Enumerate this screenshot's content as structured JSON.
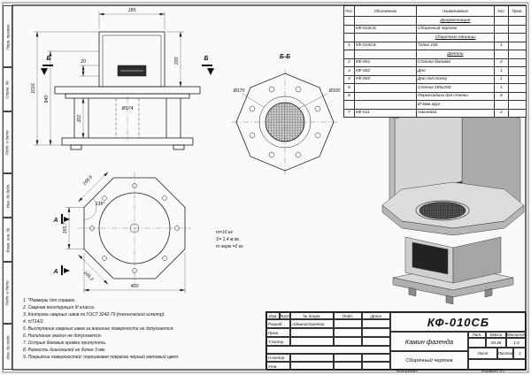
{
  "sheet": {
    "kopiroval": "Копировал",
    "format_note": "Формат А3"
  },
  "margin_labels": [
    "Перв. примен.",
    "Справ. №",
    "Подп. и дата",
    "Инв. № дубл.",
    "Взам. инв. №",
    "Подп. и дата",
    "Инв. № подл."
  ],
  "front_view": {
    "dim_185": "185",
    "dim_200": "200",
    "dim_20": "20",
    "dim_1016": "1016",
    "dim_840": "840",
    "dim_302": "302",
    "dim_d174": "Ø174",
    "cut_left": "Б",
    "cut_right": "Б"
  },
  "section_bb": {
    "title": "Б-Б",
    "dim_d170": "Ø170",
    "dim_d100": "Ø100"
  },
  "top_view": {
    "dim_edge_top": "165,5",
    "dim_angle": "135°",
    "dim_edge_left": "165,7",
    "dim_width": "400",
    "dim_edge_bottom": "165,3",
    "cut_top": "А",
    "cut_bottom": "А"
  },
  "mass_note": [
    "m=16 кг",
    "S= 1,4 м.кв.",
    "m нерж =2 кг"
  ],
  "notes": [
    "1. *Размеры для справок.",
    "2. Сварная конструкция III класса.",
    "3. Контроль сварных швов по ГОСТ 3242-79 (технический осмотр).",
    "4. ±IT14/2.",
    "5. Выступание сварных швов за внешние поверхности не допускается.",
    "6. Налипание окалин не допускается.",
    "7. Острые боковые кромки притупить.",
    "8. Разность диагоналей не более 3 мм.",
    "9. Покрытие поверхностей: порошковая покраска чёрный матовый цвет."
  ],
  "spec_table": {
    "headers": {
      "pos": "Поз.",
      "oboz": "Обозначение",
      "name": "Наименование",
      "qty": "Кол.",
      "note": "Прим."
    },
    "rows": [
      {
        "pos": "",
        "oboz": "",
        "name": "Документация",
        "qty": "",
        "note": ""
      },
      {
        "pos": "",
        "oboz": "КФ-010СБ",
        "name": "Сборочный чертеж",
        "qty": "",
        "note": ""
      },
      {
        "pos": "",
        "oboz": "",
        "name": "Сборочные единицы",
        "qty": "",
        "note": ""
      },
      {
        "pos": "1",
        "oboz": "КФ-010СБ",
        "name": "Топка 100",
        "qty": "1",
        "note": ""
      },
      {
        "pos": "",
        "oboz": "",
        "name": "Детали",
        "qty": "",
        "note": ""
      },
      {
        "pos": "2",
        "oboz": "КФ-001",
        "name": "Стенка боковая",
        "qty": "2",
        "note": ""
      },
      {
        "pos": "3",
        "oboz": "КФ-002",
        "name": "Дно",
        "qty": "1",
        "note": ""
      },
      {
        "pos": "4",
        "oboz": "КФ-003",
        "name": "Дно под топку",
        "qty": "1",
        "note": ""
      },
      {
        "pos": "5",
        "oboz": "",
        "name": "Стенка 185х200",
        "qty": "1",
        "note": ""
      },
      {
        "pos": "6",
        "oboz": "",
        "name": "Перекладина для стенки",
        "qty": "6",
        "note": ""
      },
      {
        "pos": "",
        "oboz": "",
        "name": "Ø 6мм круг",
        "qty": "",
        "note": ""
      },
      {
        "pos": "7",
        "oboz": "КФ-011",
        "name": "Наклейка",
        "qty": "2",
        "note": ""
      }
    ]
  },
  "title_block": {
    "doc_number": "КФ-010СБ",
    "product_name": "Камин фазенда",
    "doc_type": "Сборочный чертеж",
    "labels": {
      "izm": "Изм.",
      "list": "Лист",
      "dokum": "№ докум.",
      "podp": "Подп.",
      "data": "Дата",
      "razrab": "Разраб.",
      "prov": "Пров.",
      "tkontr": "Т.контр.",
      "nkontr": "Н.контр.",
      "utv": "Утв.",
      "lit": "Лит.",
      "massa": "Масса",
      "masshtab": "Масштаб",
      "list2": "Лист",
      "listov": "Листов"
    },
    "razrab_name": "Администратор",
    "massa_value": "28,46",
    "scale_value": "1:4",
    "listov_value": "1"
  }
}
